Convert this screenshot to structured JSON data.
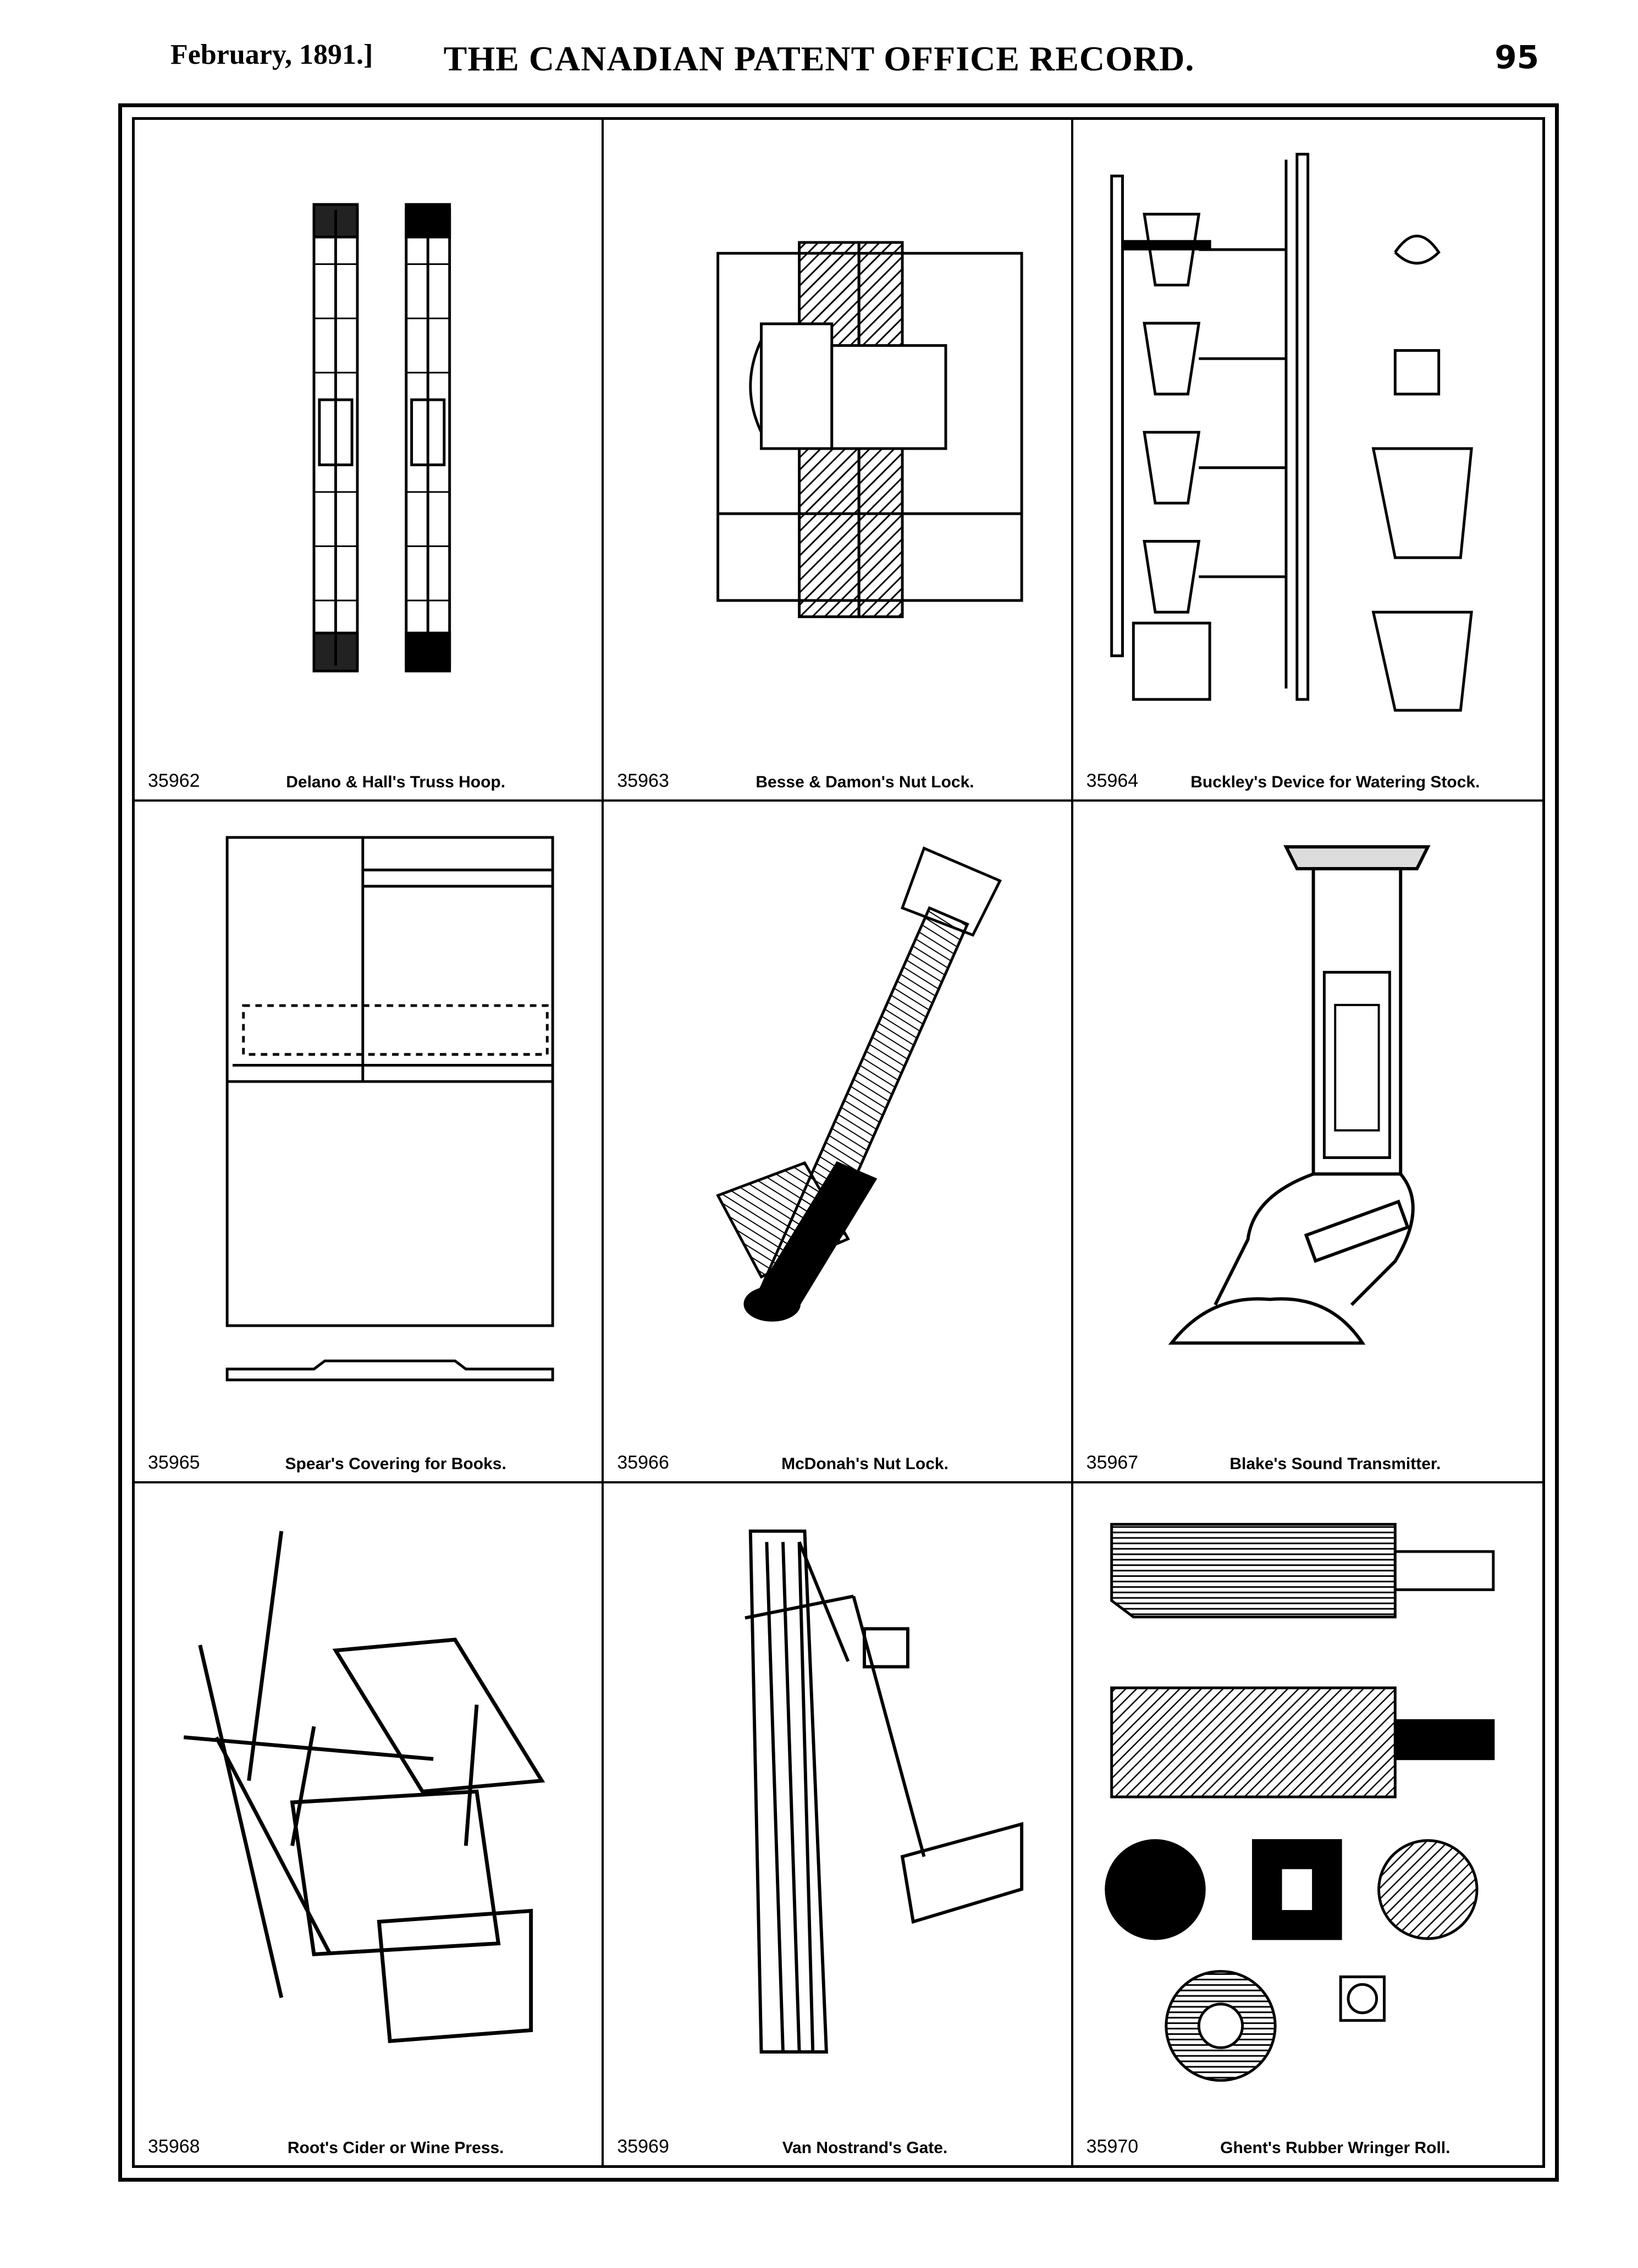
{
  "header": {
    "date": "February, 1891.]",
    "title": "THE CANADIAN PATENT OFFICE RECORD.",
    "page": "95"
  },
  "patents": [
    {
      "number": "35962",
      "title": "Delano & Hall's Truss Hoop."
    },
    {
      "number": "35963",
      "title": "Besse & Damon's Nut Lock."
    },
    {
      "number": "35964",
      "title": "Buckley's Device for Watering Stock."
    },
    {
      "number": "35965",
      "title": "Spear's Covering for Books."
    },
    {
      "number": "35966",
      "title": "McDonah's Nut Lock."
    },
    {
      "number": "35967",
      "title": "Blake's Sound Transmitter."
    },
    {
      "number": "35968",
      "title": "Root's Cider or Wine Press."
    },
    {
      "number": "35969",
      "title": "Van Nostrand's Gate."
    },
    {
      "number": "35970",
      "title": "Ghent's Rubber Wringer Roll."
    }
  ]
}
